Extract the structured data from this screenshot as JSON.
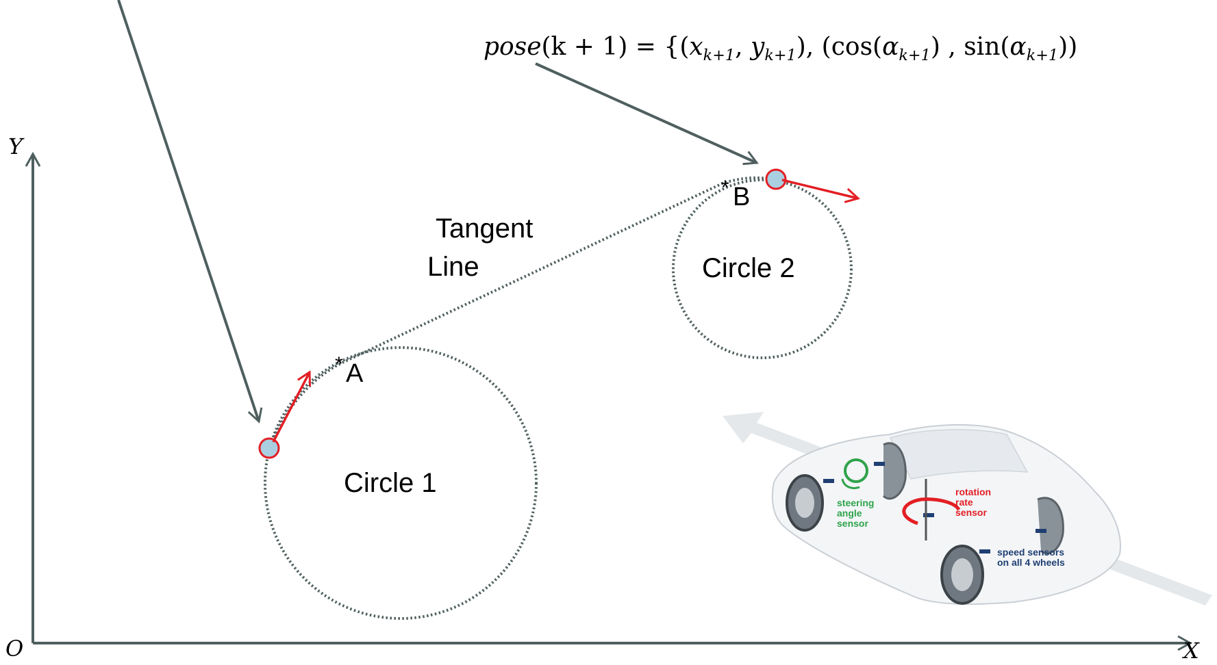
{
  "formula": {
    "lhs": "pose",
    "arg": "(k + 1)",
    "rest": " = {(",
    "x_sym": "x",
    "x_sub": "k+1",
    "comma": ", ",
    "y_sym": "y",
    "y_sub": "k+1",
    "mid": "), (cos(",
    "a1_sym": "α",
    "a1_sub": "k+1",
    "mid2": ") , sin(",
    "a2_sym": "α",
    "a2_sub": "k+1",
    "tail": "))"
  },
  "axes": {
    "y_label": "Y",
    "x_label": "X",
    "origin_label": "O"
  },
  "labels": {
    "tangent": "Tangent",
    "line": "Line",
    "circle1": "Circle 1",
    "circle2": "Circle 2",
    "point_a": "A",
    "point_b": "B",
    "star": "*"
  },
  "car": {
    "steering": [
      "steering",
      "angle",
      "sensor"
    ],
    "rotation": [
      "rotation",
      "rate",
      "sensor"
    ],
    "speed": [
      "speed sensors",
      "on all 4 wheels"
    ]
  },
  "colors": {
    "axis": "#4f5f5f",
    "dotted": "#4f5f5f",
    "pose_marker": "#e31e24",
    "pose_fill": "#a9cfe0",
    "steering_text": "#2fa34a",
    "rotation_text": "#e31e24",
    "speed_text": "#1f3f73"
  }
}
